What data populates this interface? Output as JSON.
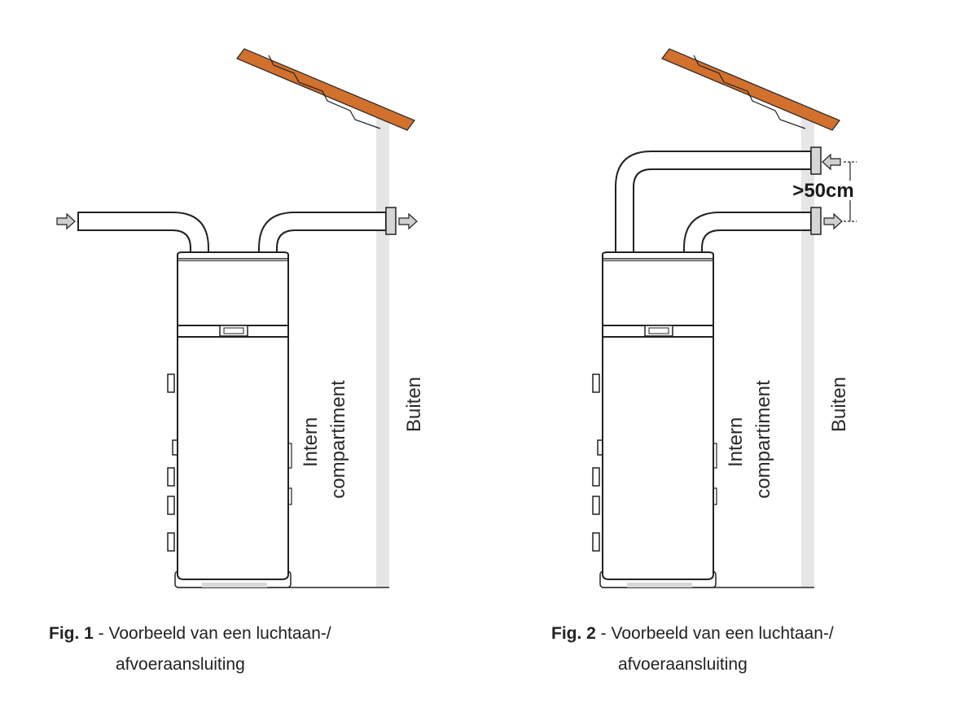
{
  "figures": [
    {
      "id": "fig1",
      "internal_label": [
        "Intern",
        "compartiment"
      ],
      "outside_label": "Buiten",
      "caption_number": "Fig. 1",
      "caption_sep": " - ",
      "caption_line1": "Voorbeeld van een luchtaan-/",
      "caption_line2": "afvoeraansluiting"
    },
    {
      "id": "fig2",
      "internal_label": [
        "Intern",
        "compartiment"
      ],
      "outside_label": "Buiten",
      "distance_label": ">50cm",
      "caption_number": "Fig. 2",
      "caption_sep": " - ",
      "caption_line1": "Voorbeeld van een luchtaan-/",
      "caption_line2": "afvoeraansluiting"
    }
  ],
  "colors": {
    "roof": "#d2702e",
    "wall": "#e6e6e6",
    "line": "#222222",
    "arrow": "#cfcfcf"
  }
}
